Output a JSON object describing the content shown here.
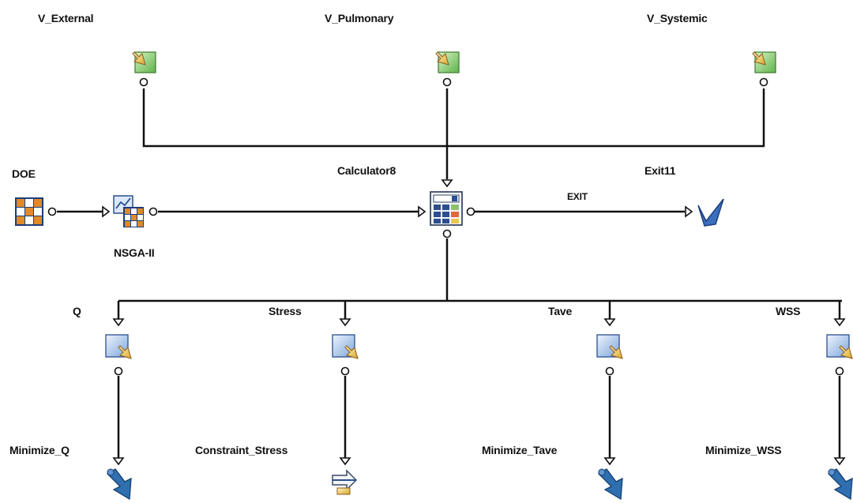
{
  "inputs": {
    "v_external": "V_External",
    "v_pulmonary": "V_Pulmonary",
    "v_systemic": "V_Systemic"
  },
  "scheduler": {
    "doe": "DOE",
    "nsga": "NSGA-II"
  },
  "calculator": "Calculator8",
  "exit": {
    "node_label": "Exit11",
    "link_label": "EXIT"
  },
  "outputs": {
    "q": "Q",
    "stress": "Stress",
    "tave": "Tave",
    "wss": "WSS"
  },
  "objectives": {
    "minimize_q": "Minimize_Q",
    "constraint_stress": "Constraint_Stress",
    "minimize_tave": "Minimize_Tave",
    "minimize_wss": "Minimize_WSS"
  },
  "colors": {
    "line": "#111111",
    "input_box": "#8fd07a",
    "output_box": "#a9c6ea",
    "arrow": "#e8c94a",
    "objective": "#2f6fb0"
  }
}
